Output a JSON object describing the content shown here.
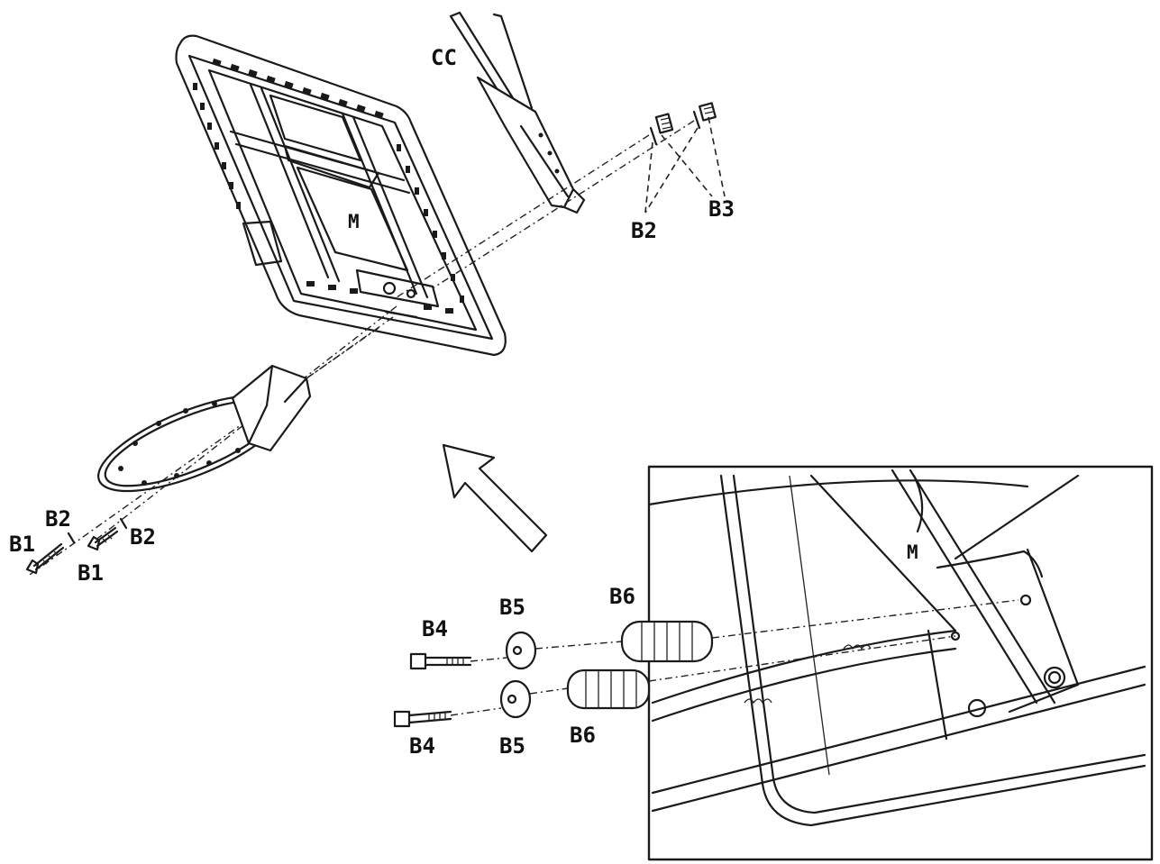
{
  "labels": {
    "cc": "CC",
    "m_top": "M",
    "m_inset": "M",
    "b1_left": "B1",
    "b1_right": "B1",
    "b2_left": "B2",
    "b2_right": "B2",
    "b2_top": "B2",
    "b3_top": "B3",
    "b4_upper": "B4",
    "b4_lower": "B4",
    "b5_upper": "B5",
    "b5_lower": "B5",
    "b6_upper": "B6",
    "b6_lower": "B6"
  },
  "colors": {
    "ink": "#1a1a1a",
    "background": "#ffffff"
  },
  "icons": {
    "arrow": "hollow-arrow-up-left"
  }
}
